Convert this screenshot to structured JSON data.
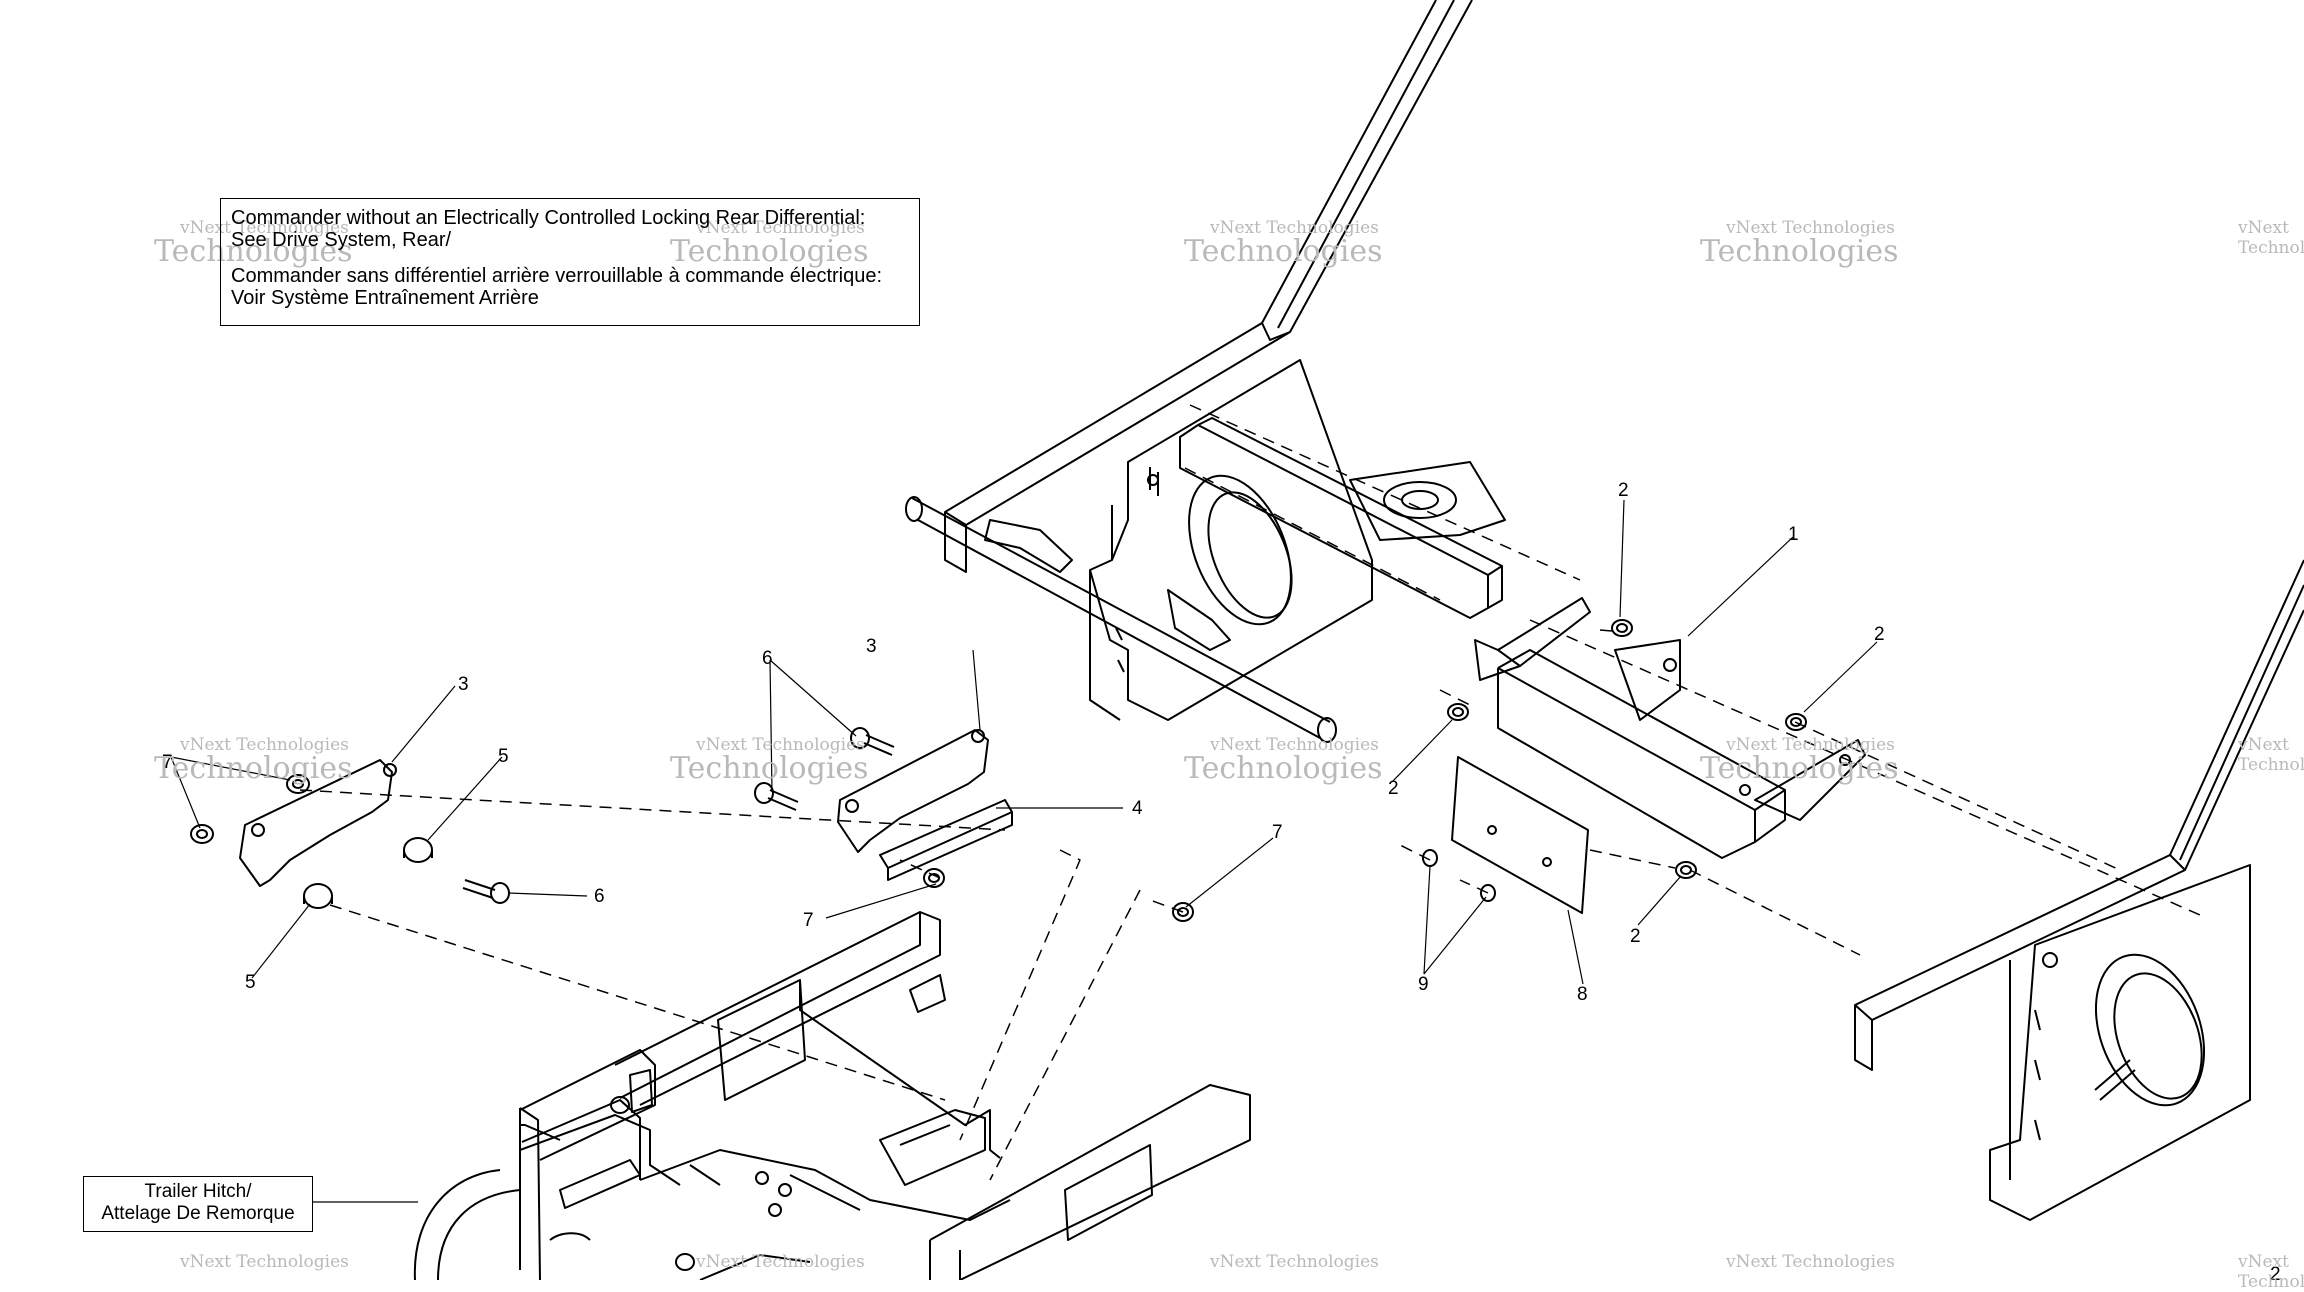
{
  "notes": {
    "line1": "Commander without an Electrically Controlled Locking Rear Differential:",
    "line2": "See Drive System, Rear/",
    "line3": "Commander sans différentiel arrière verrouillable à commande électrique:",
    "line4": "Voir Système Entraînement Arrière"
  },
  "hitch_label": {
    "line1": "Trailer Hitch/",
    "line2": "Attelage De Remorque"
  },
  "watermark": {
    "line1": "vNext Technologies",
    "line2": "Technologies"
  },
  "callouts": [
    "1",
    "2",
    "2",
    "2",
    "2",
    "2",
    "3",
    "3",
    "4",
    "5",
    "5",
    "6",
    "6",
    "7",
    "7",
    "7",
    "8",
    "9"
  ]
}
